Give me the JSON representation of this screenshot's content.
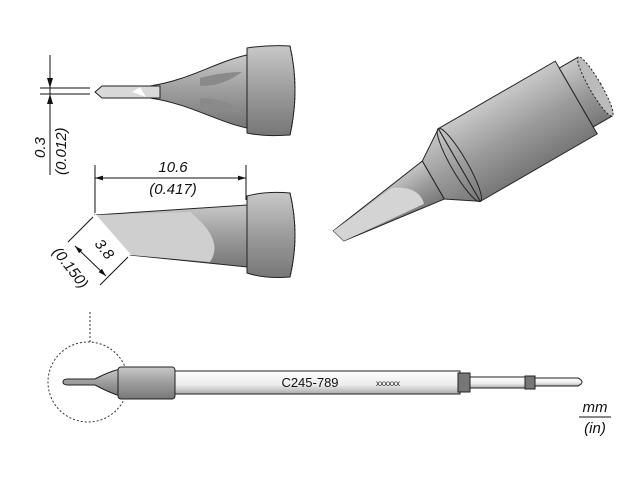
{
  "part_number": "C245-789",
  "marking": "xxxxxx",
  "dimensions": {
    "thickness_mm": "0.3",
    "thickness_in": "(0.012)",
    "length_mm": "10.6",
    "length_in": "(0.417)",
    "width_mm": "3.8",
    "width_in": "(0.150)"
  },
  "units": {
    "primary": "mm",
    "secondary": "(in)"
  },
  "colors": {
    "tip_body": "#a8a8a8",
    "shaft": "#eeeeee",
    "outline": "#222222"
  }
}
